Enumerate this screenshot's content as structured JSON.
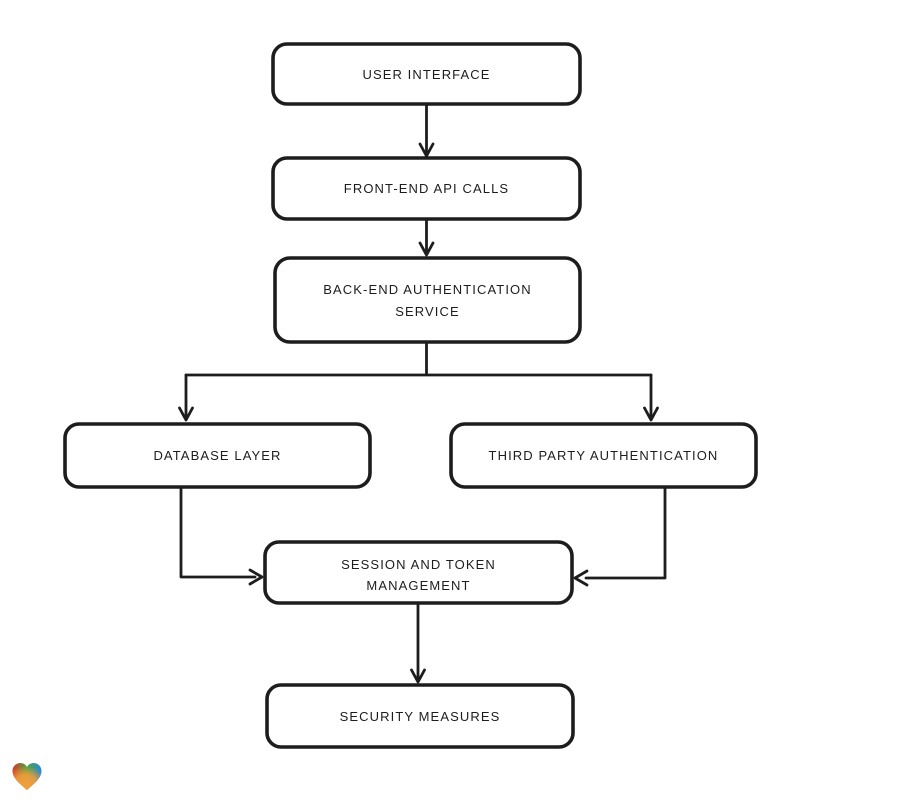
{
  "diagram": {
    "type": "flowchart",
    "direction": "top-down",
    "nodes": [
      {
        "id": "user-interface",
        "label": "USER INTERFACE"
      },
      {
        "id": "front-end-api-calls",
        "label": "FRONT-END API CALLS"
      },
      {
        "id": "back-end-authentication-service",
        "label": "BACK-END AUTHENTICATION SERVICE",
        "label_line1": "BACK-END AUTHENTICATION",
        "label_line2": "SERVICE"
      },
      {
        "id": "database-layer",
        "label": "DATABASE LAYER"
      },
      {
        "id": "third-party-authentication",
        "label": "THIRD PARTY AUTHENTICATION"
      },
      {
        "id": "session-and-token-management",
        "label": "SESSION AND TOKEN MANAGEMENT",
        "label_line1": "SESSION AND TOKEN",
        "label_line2": "MANAGEMENT"
      },
      {
        "id": "security-measures",
        "label": "SECURITY MEASURES"
      }
    ],
    "edges": [
      {
        "from": "user-interface",
        "to": "front-end-api-calls"
      },
      {
        "from": "front-end-api-calls",
        "to": "back-end-authentication-service"
      },
      {
        "from": "back-end-authentication-service",
        "to": "database-layer"
      },
      {
        "from": "back-end-authentication-service",
        "to": "third-party-authentication"
      },
      {
        "from": "database-layer",
        "to": "session-and-token-management"
      },
      {
        "from": "third-party-authentication",
        "to": "session-and-token-management"
      },
      {
        "from": "session-and-token-management",
        "to": "security-measures"
      }
    ],
    "colors": {
      "background": "#ffffff",
      "node_fill": "#ffffff",
      "stroke": "#1d1d1d",
      "text": "#1d1d1d"
    }
  },
  "logo": {
    "icon": "gradient-heart",
    "colors": {
      "red": "#e3342b",
      "green": "#4aa43e",
      "blue": "#2f86d6",
      "orange": "#f59e3c"
    }
  }
}
